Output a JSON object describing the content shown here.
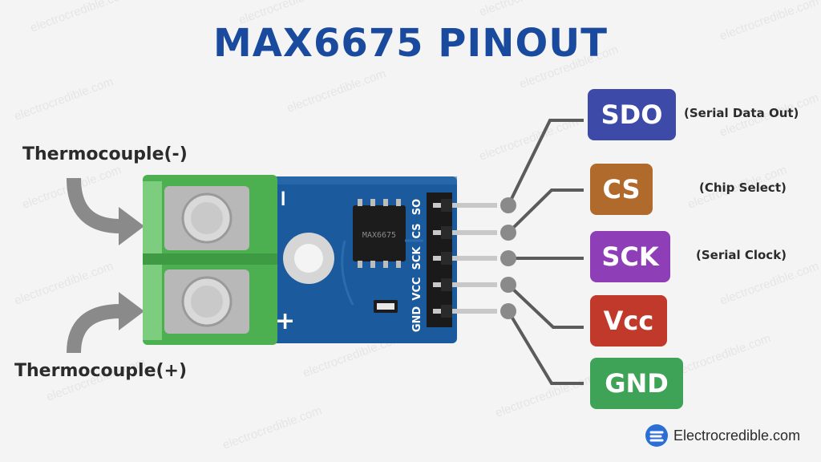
{
  "title": "MAX6675 PINOUT",
  "thermocouple_neg": "Thermocouple(-)",
  "thermocouple_pos": "Thermocouple(+)",
  "board": {
    "minus": "−",
    "plus": "+",
    "silkscreen": [
      "SO",
      "CS",
      "SCK",
      "VCC",
      "GND"
    ],
    "chip_text": "MAX6675"
  },
  "pins": [
    {
      "label": "SDO",
      "desc": "(Serial Data Out)",
      "color": "#3d4aa8"
    },
    {
      "label": "CS",
      "desc": "(Chip Select)",
      "color": "#b06a2c"
    },
    {
      "label": "SCK",
      "desc": "(Serial Clock)",
      "color": "#8e3fb8"
    },
    {
      "label": "Vcc",
      "desc": "",
      "color": "#c0392b"
    },
    {
      "label": "GND",
      "desc": "",
      "color": "#3ea356"
    }
  ],
  "watermark": "electrocredible.com",
  "brand": "Electrocredible.com",
  "colors": {
    "title": "#1a4a9e",
    "pcb": "#1b5a9c",
    "terminal": "#4caf50",
    "arrow": "#8a8a8a",
    "wire": "#5b5b5b"
  }
}
